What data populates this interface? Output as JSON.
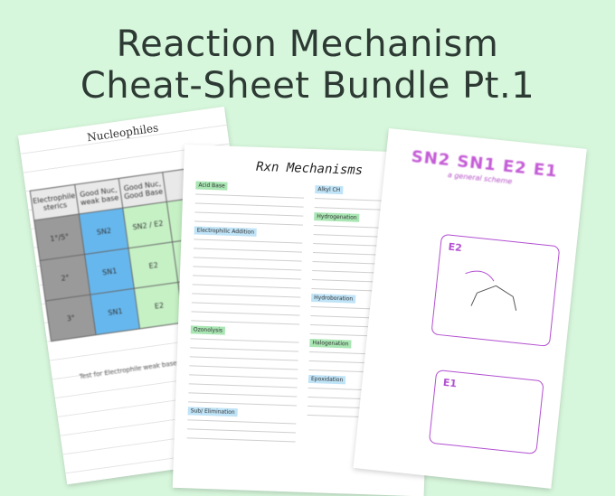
{
  "title": {
    "line1": "Reaction Mechanism",
    "line2": "Cheat-Sheet Bundle Pt.1"
  },
  "sheet1": {
    "heading": "Nucleophiles",
    "table": [
      [
        "Electrophile sterics",
        "Good Nuc, weak base",
        "Good Nuc, Good Base",
        ""
      ],
      [
        "1°/5°",
        "SN2",
        "SN2 / E2",
        ""
      ],
      [
        "2°",
        "SN1",
        "E2",
        ""
      ],
      [
        "3°",
        "SN1",
        "E2",
        ""
      ]
    ],
    "footer": "Test for Electrophile weak base"
  },
  "sheet2": {
    "heading": "Rxn Mechanisms",
    "left_sections": [
      "Acid Base",
      "Electrophilic Addition",
      "Ozonolysis",
      "Sub/ Elimination"
    ],
    "right_sections": [
      "Alkyl CH",
      "Hydrogenation",
      "Hydroboration",
      "Halogenation",
      "Epoxidation"
    ]
  },
  "sheet3": {
    "heading": "SN2 SN1 E2 E1",
    "subheading": "a general scheme",
    "tags": [
      "E2",
      "E1"
    ]
  }
}
